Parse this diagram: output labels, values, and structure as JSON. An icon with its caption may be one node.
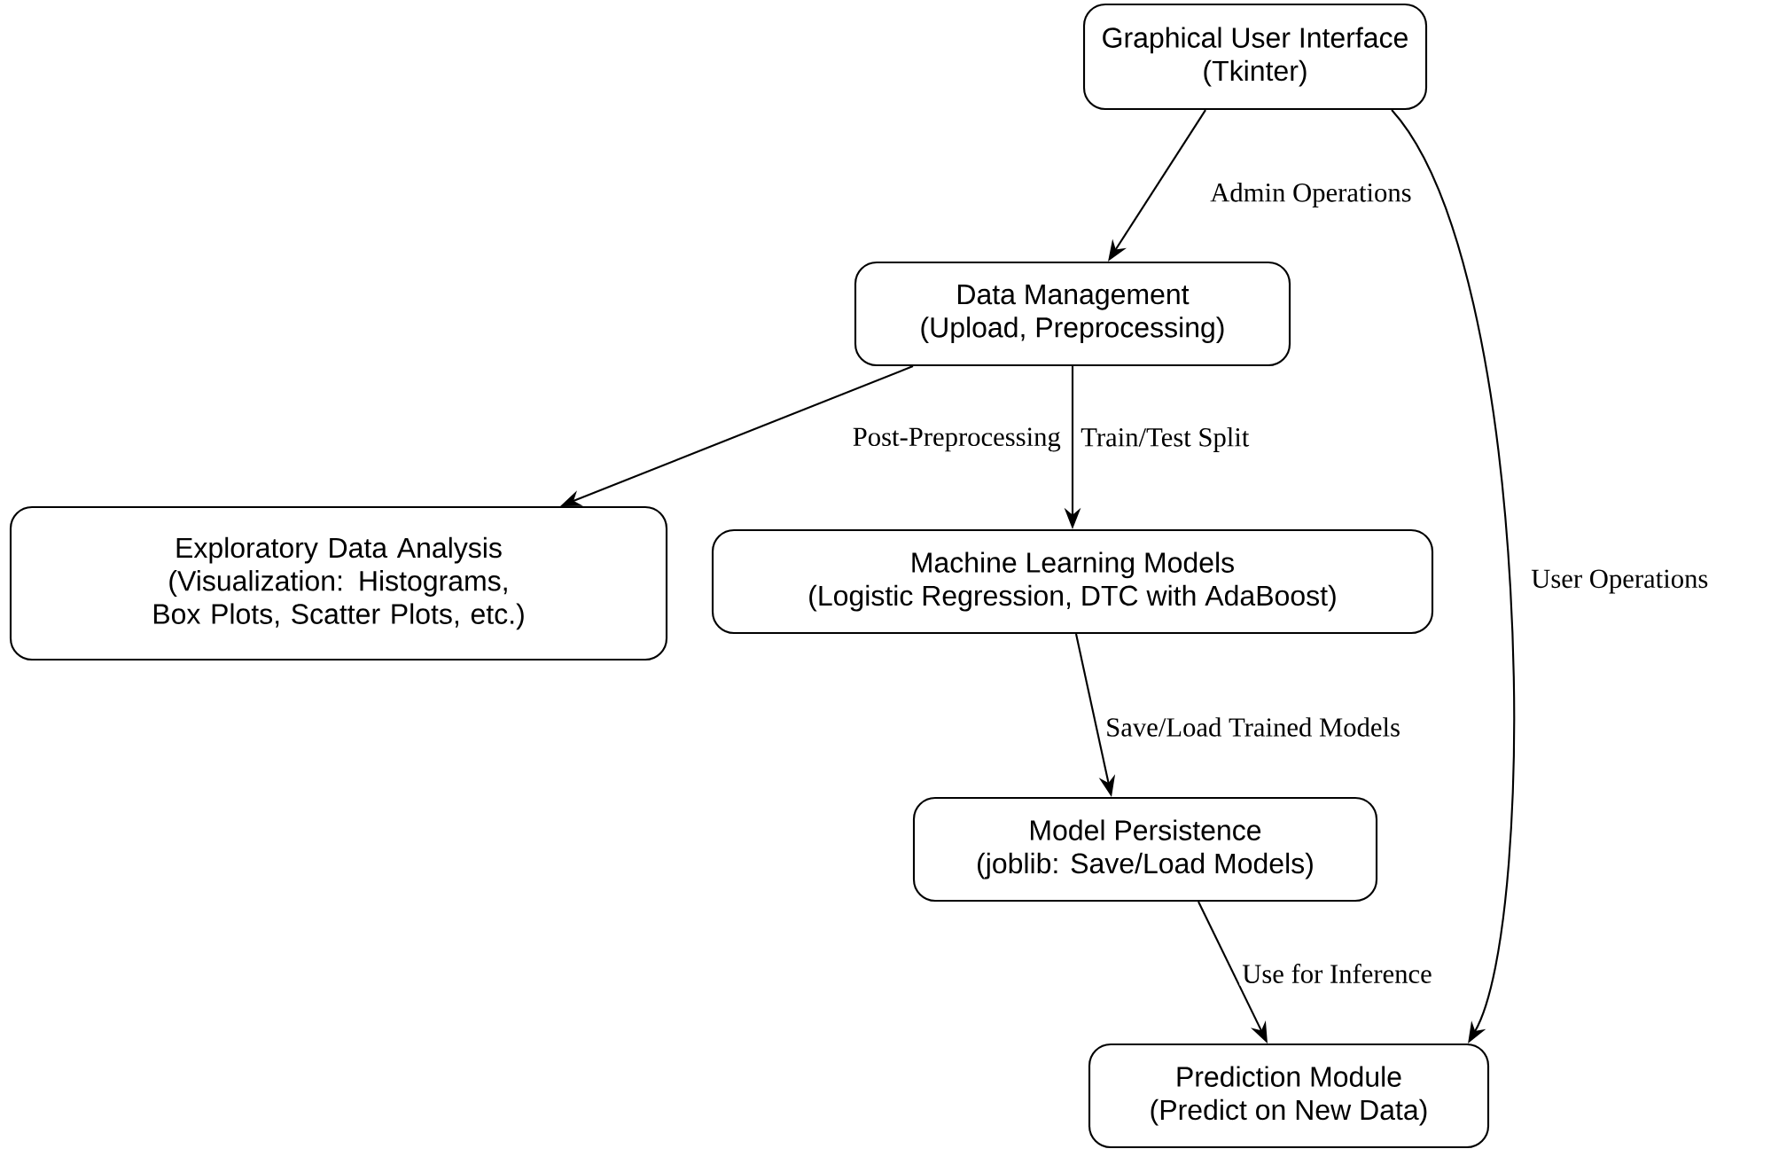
{
  "diagram": {
    "nodes": [
      {
        "text": [
          "Graphical User Interface",
          "(Tkinter)"
        ]
      },
      {
        "text": [
          "Data Management",
          "(Upload, Preprocessing)"
        ]
      },
      {
        "text": [
          "Exploratory Data Analysis",
          "(Visualization: Histograms, Box Plots, Scatter Plots, etc.)"
        ]
      },
      {
        "text": [
          "Machine Learning Models",
          "(Logistic Regression, DTC with AdaBoost)"
        ]
      },
      {
        "text": [
          "Model Persistence",
          "(joblib: Save/Load Models)"
        ]
      },
      {
        "text": [
          "Prediction Module",
          "(Predict on New Data)"
        ]
      }
    ],
    "edges": [
      {
        "from": 0,
        "to": 1,
        "arrow": "to",
        "label": "Admin Operations"
      },
      {
        "from": 1,
        "to": 2,
        "arrow": "to",
        "label": "Post-Preprocessing"
      },
      {
        "from": 1,
        "to": 3,
        "arrow": "to",
        "label": "Train/Test Split"
      },
      {
        "from": 3,
        "to": 4,
        "arrow": "to",
        "label": "Save/Load Trained Models"
      },
      {
        "from": 4,
        "to": 5,
        "arrow": "to",
        "label": "Use for Inference"
      },
      {
        "from": 0,
        "to": 5,
        "arrow": "to",
        "label": "User Operations"
      }
    ]
  }
}
